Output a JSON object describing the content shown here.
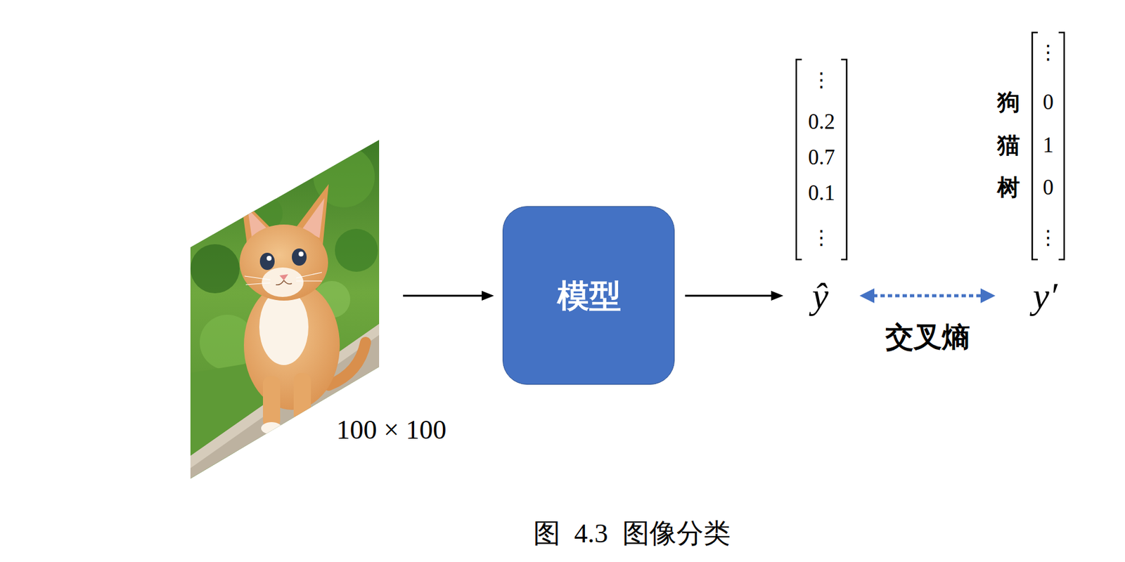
{
  "diagram": {
    "caption": "图 4.3 图像分类",
    "nodes": [
      {
        "text": [
          "100 × 100"
        ]
      },
      {
        "text": [
          "模型"
        ]
      },
      {
        "text": [
          "⋮",
          "0.2",
          "0.7",
          "0.1",
          "⋮",
          "ŷ"
        ]
      },
      {
        "text": [
          "⋮",
          "狗",
          "0",
          "猫",
          "1",
          "树",
          "0",
          "⋮",
          "y′"
        ]
      }
    ],
    "edges": [
      {
        "from": 0,
        "to": 1,
        "arrow": "to"
      },
      {
        "from": 1,
        "to": 2,
        "arrow": "to"
      },
      {
        "from": 2,
        "to": 3,
        "label": "交叉熵",
        "arrow": "both"
      }
    ]
  }
}
